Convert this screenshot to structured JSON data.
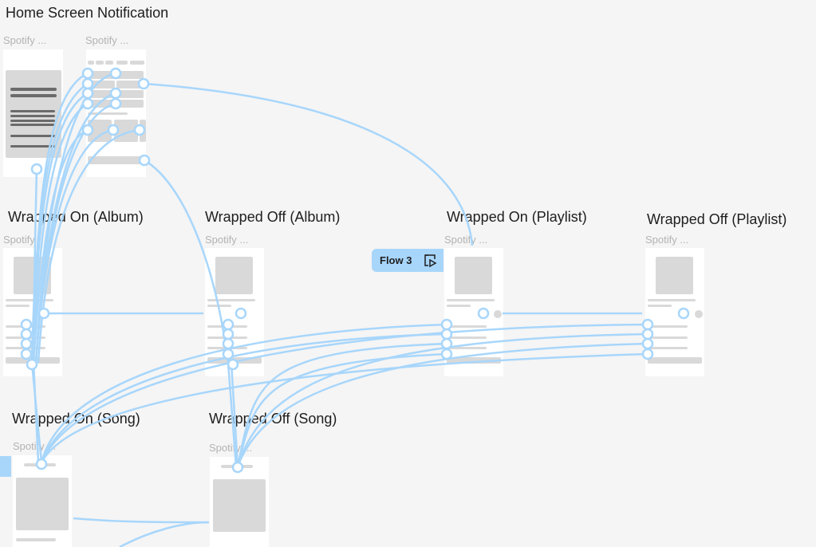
{
  "canvas": {
    "sections": [
      {
        "title": "Home Screen Notification"
      },
      {
        "title": "Wrapped On (Album)"
      },
      {
        "title": "Wrapped Off (Album)"
      },
      {
        "title": "Wrapped On (Playlist)"
      },
      {
        "title": "Wrapped Off (Playlist)"
      },
      {
        "title": "Wrapped On (Song)"
      },
      {
        "title": "Wrapped Off (Song)"
      }
    ],
    "frame_label": "Spotify ...",
    "flow_badge": {
      "label": "Flow 3",
      "icon": "play-flow-icon"
    },
    "connector_color": "#a8d6fb"
  }
}
